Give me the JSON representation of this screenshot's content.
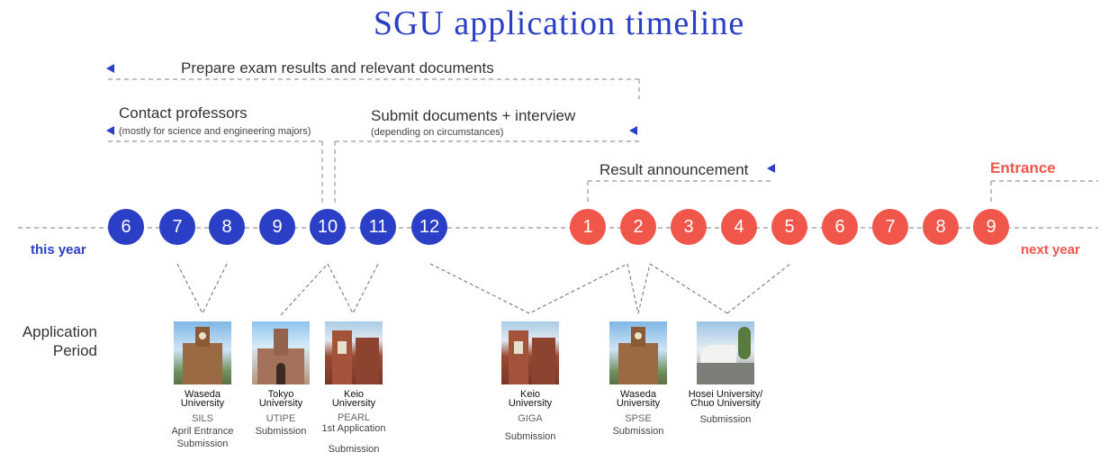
{
  "title": "SGU application timeline",
  "colors": {
    "this_year": "#2b3fc6",
    "next_year": "#f0564a"
  },
  "phases": {
    "prepare": "Prepare exam results and relevant documents",
    "contact": "Contact professors",
    "contact_note": "(mostly for science and engineering majors)",
    "submit": "Submit documents + interview",
    "submit_note": "(depending on circumstances)",
    "result": "Result announcement",
    "entrance": "Entrance"
  },
  "labels": {
    "this_year": "this year",
    "next_year": "next year",
    "period_line1": "Application",
    "period_line2": "Period"
  },
  "months_this_year": [
    "6",
    "7",
    "8",
    "9",
    "10",
    "11",
    "12"
  ],
  "months_next_year": [
    "1",
    "2",
    "3",
    "4",
    "5",
    "6",
    "7",
    "8",
    "9"
  ],
  "universities": [
    {
      "line1": "Waseda",
      "line2": "University",
      "program": "SILS",
      "note1": "April Entrance",
      "note2": "Submission",
      "photo": "clock-tower"
    },
    {
      "line1": "Tokyo",
      "line2": "University",
      "program": "UTIPE",
      "note1": "Submission",
      "note2": "",
      "photo": "yasuda-auditorium"
    },
    {
      "line1": "Keio",
      "line2": "University",
      "program": "PEARL",
      "note1": "1st Application",
      "note2": "Submission",
      "photo": "brick-library"
    },
    {
      "line1": "Keio",
      "line2": "University",
      "program": "GIGA",
      "note1": "Submission",
      "note2": "",
      "photo": "brick-library"
    },
    {
      "line1": "Waseda",
      "line2": "University",
      "program": "SPSE",
      "note1": "Submission",
      "note2": "",
      "photo": "clock-tower"
    },
    {
      "line1": "Hosei University/",
      "line2": "Chuo University",
      "program": "",
      "note1": "Submission",
      "note2": "",
      "photo": "modern-campus"
    }
  ]
}
